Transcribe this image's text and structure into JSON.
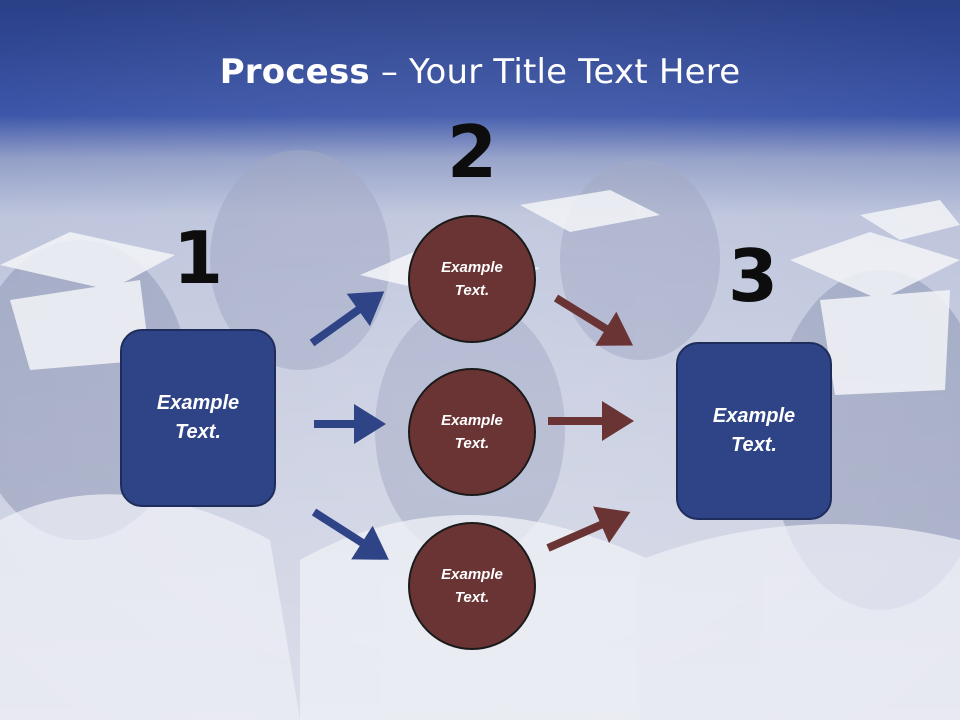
{
  "title": {
    "bold": "Process",
    "rest": " – Your Title Text Here"
  },
  "steps": {
    "one": "1",
    "two": "2",
    "three": "3"
  },
  "left_box": {
    "text": "Example\nText."
  },
  "right_box": {
    "text": "Example\nText."
  },
  "circles": [
    {
      "text": "Example\nText."
    },
    {
      "text": "Example\nText."
    },
    {
      "text": "Example\nText."
    }
  ],
  "colors": {
    "title_band": "#2f4a9a",
    "box_fill": "#2f4486",
    "circle_fill": "#6b3434",
    "arrow_blue": "#2f4486",
    "arrow_red": "#6b3434",
    "number_text": "#0d0d0d"
  }
}
